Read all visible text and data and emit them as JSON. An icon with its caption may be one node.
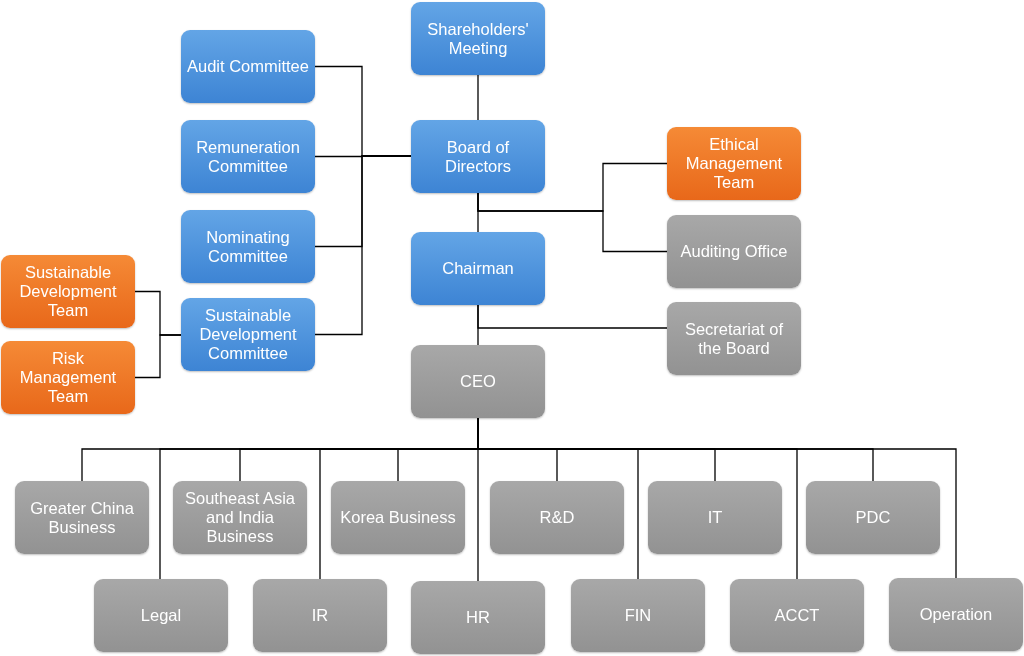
{
  "diagram": {
    "nodes": [
      {
        "text": [
          "Shareholders' Meeting"
        ]
      },
      {
        "text": [
          "Audit Committee"
        ]
      },
      {
        "text": [
          "Remuneration Committee"
        ]
      },
      {
        "text": [
          "Board of Directors"
        ]
      },
      {
        "text": [
          "Ethical Management Team"
        ]
      },
      {
        "text": [
          "Nominating Committee"
        ]
      },
      {
        "text": [
          "Auditing Office"
        ]
      },
      {
        "text": [
          "Chairman"
        ]
      },
      {
        "text": [
          "Sustainable Development Team"
        ]
      },
      {
        "text": [
          "Sustainable Development Committee"
        ]
      },
      {
        "text": [
          "Secretariat of the Board"
        ]
      },
      {
        "text": [
          "Risk Management Team"
        ]
      },
      {
        "text": [
          "CEO"
        ]
      },
      {
        "text": [
          "Greater China Business"
        ]
      },
      {
        "text": [
          "Southeast Asia and India Business"
        ]
      },
      {
        "text": [
          "Korea Business"
        ]
      },
      {
        "text": [
          "R&D"
        ]
      },
      {
        "text": [
          "IT"
        ]
      },
      {
        "text": [
          "PDC"
        ]
      },
      {
        "text": [
          "Legal"
        ]
      },
      {
        "text": [
          "IR"
        ]
      },
      {
        "text": [
          "HR"
        ]
      },
      {
        "text": [
          "FIN"
        ]
      },
      {
        "text": [
          "ACCT"
        ]
      },
      {
        "text": [
          "Operation"
        ]
      }
    ],
    "edges": [
      {
        "from": 0,
        "to": 3,
        "arrow": "none"
      },
      {
        "from": 3,
        "to": 1,
        "arrow": "none"
      },
      {
        "from": 3,
        "to": 2,
        "arrow": "none"
      },
      {
        "from": 3,
        "to": 5,
        "arrow": "none"
      },
      {
        "from": 3,
        "to": 9,
        "arrow": "none"
      },
      {
        "from": 3,
        "to": 7,
        "arrow": "none"
      },
      {
        "from": 3,
        "to": 4,
        "arrow": "none"
      },
      {
        "from": 3,
        "to": 6,
        "arrow": "none"
      },
      {
        "from": 7,
        "to": 10,
        "arrow": "none"
      },
      {
        "from": 7,
        "to": 12,
        "arrow": "none"
      },
      {
        "from": 9,
        "to": 8,
        "arrow": "none"
      },
      {
        "from": 9,
        "to": 11,
        "arrow": "none"
      },
      {
        "from": 12,
        "to": 13,
        "arrow": "none"
      },
      {
        "from": 12,
        "to": 14,
        "arrow": "none"
      },
      {
        "from": 12,
        "to": 15,
        "arrow": "none"
      },
      {
        "from": 12,
        "to": 16,
        "arrow": "none"
      },
      {
        "from": 12,
        "to": 17,
        "arrow": "none"
      },
      {
        "from": 12,
        "to": 18,
        "arrow": "none"
      },
      {
        "from": 12,
        "to": 19,
        "arrow": "none"
      },
      {
        "from": 12,
        "to": 20,
        "arrow": "none"
      },
      {
        "from": 12,
        "to": 21,
        "arrow": "none"
      },
      {
        "from": 12,
        "to": 22,
        "arrow": "none"
      },
      {
        "from": 12,
        "to": 23,
        "arrow": "none"
      },
      {
        "from": 12,
        "to": 24,
        "arrow": "none"
      }
    ]
  }
}
